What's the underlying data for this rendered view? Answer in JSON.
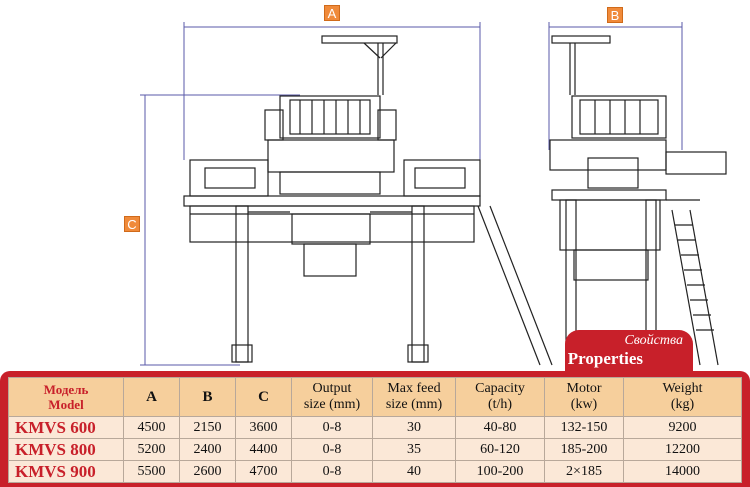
{
  "dimensions": {
    "a": "A",
    "b": "B",
    "c": "C"
  },
  "properties": {
    "ru": "Свойства",
    "en": "Properties"
  },
  "table": {
    "headers": {
      "model_ru": "Модель",
      "model_en": "Model",
      "a": "A",
      "b": "B",
      "c": "C",
      "output_1": "Output",
      "output_2": "size (mm)",
      "feed_1": "Max feed",
      "feed_2": "size (mm)",
      "capacity_1": "Capacity",
      "capacity_2": "(t/h)",
      "motor_1": "Motor",
      "motor_2": "(kw)",
      "weight_1": "Weight",
      "weight_2": "(kg)"
    },
    "rows": [
      {
        "model": "KMVS 600",
        "a": "4500",
        "b": "2150",
        "c": "3600",
        "output": "0-8",
        "feed": "30",
        "capacity": "40-80",
        "motor": "132-150",
        "weight": "9200"
      },
      {
        "model": "KMVS 800",
        "a": "5200",
        "b": "2400",
        "c": "4400",
        "output": "0-8",
        "feed": "35",
        "capacity": "60-120",
        "motor": "185-200",
        "weight": "12200"
      },
      {
        "model": "KMVS 900",
        "a": "5500",
        "b": "2600",
        "c": "4700",
        "output": "0-8",
        "feed": "40",
        "capacity": "100-200",
        "motor": "2×185",
        "weight": "14000"
      }
    ]
  },
  "colors": {
    "accent_red": "#c8202a",
    "header_tan": "#f6cf9c",
    "cell_cream": "#fbe8d7",
    "dim_orange": "#f08a3a",
    "dim_line": "#5a5aa8"
  }
}
